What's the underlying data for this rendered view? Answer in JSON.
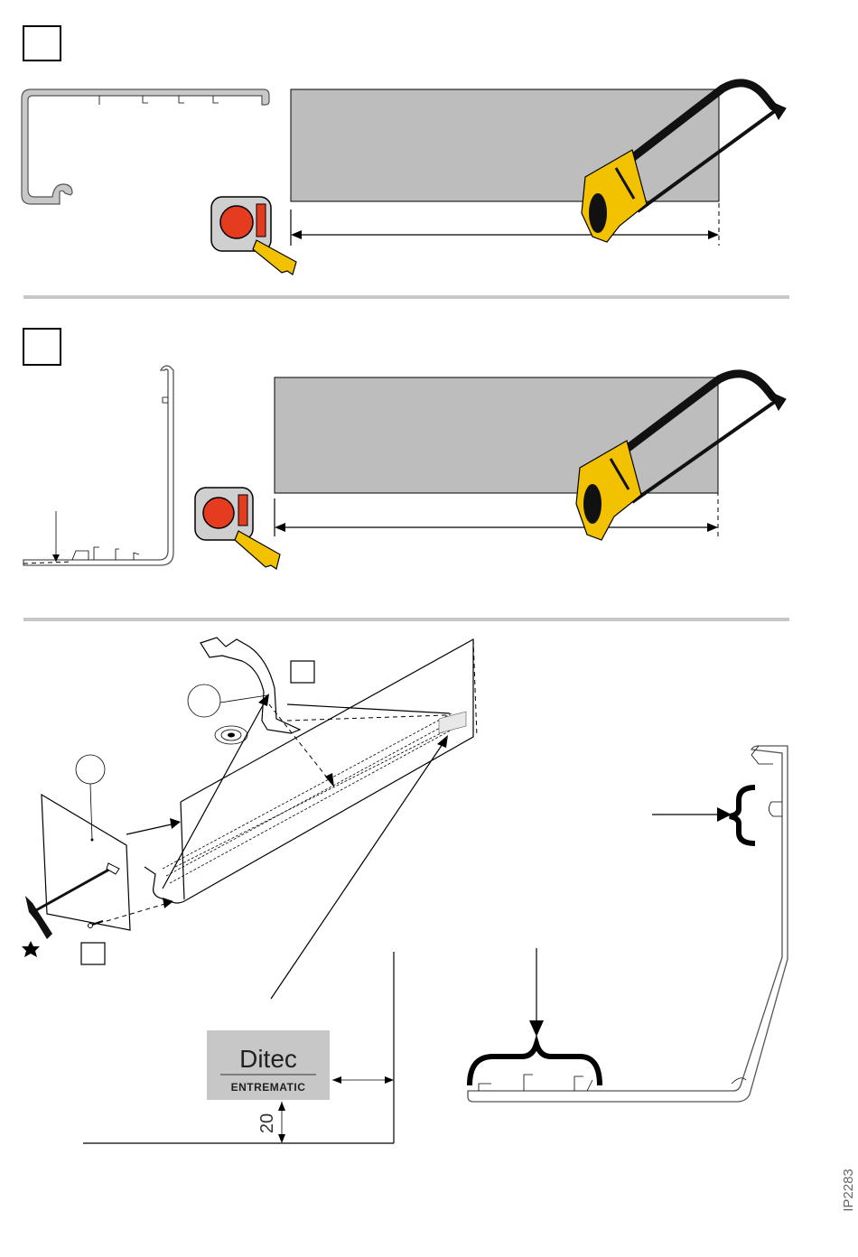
{
  "logo": {
    "brand": "Ditec",
    "sub_brand": "ENTREMATIC"
  },
  "dimension": {
    "value": "20"
  },
  "document_code": "IP2283",
  "colors": {
    "panel_gray": "#bdbdbd",
    "saw_yellow": "#f2c200",
    "tape_red": "#e53b1f",
    "separator": "#c7c7c7"
  },
  "icons": [
    "hacksaw-icon",
    "tape-measure-icon",
    "torx-star-icon",
    "logo-plate"
  ]
}
